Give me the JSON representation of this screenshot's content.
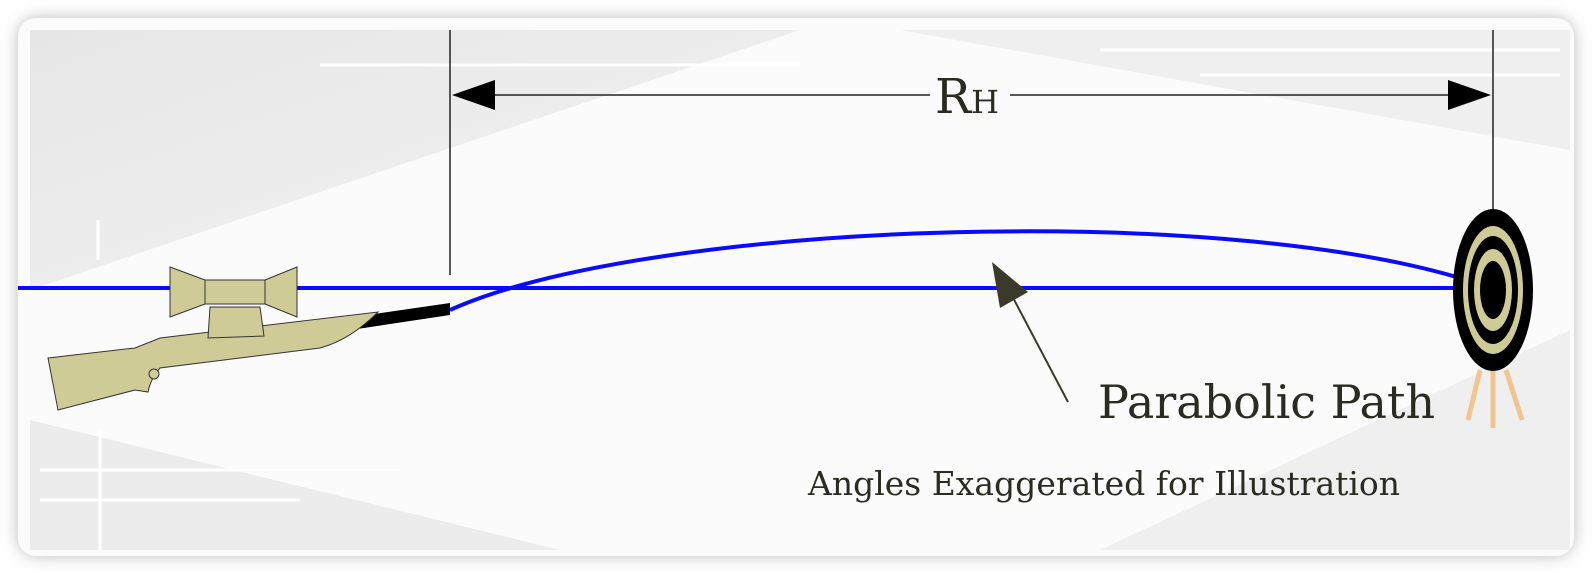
{
  "dimension": {
    "label_main": "R",
    "label_sub": "H"
  },
  "annotation": {
    "path_label": "Parabolic Path"
  },
  "caption": "Angles Exaggerated for Illustration",
  "colors": {
    "trajectory": "#0a0aff",
    "rifle": "#cfcb97",
    "target_ring": "#cfcb97",
    "text": "#2b2b22",
    "legs": "#f2c48f"
  }
}
